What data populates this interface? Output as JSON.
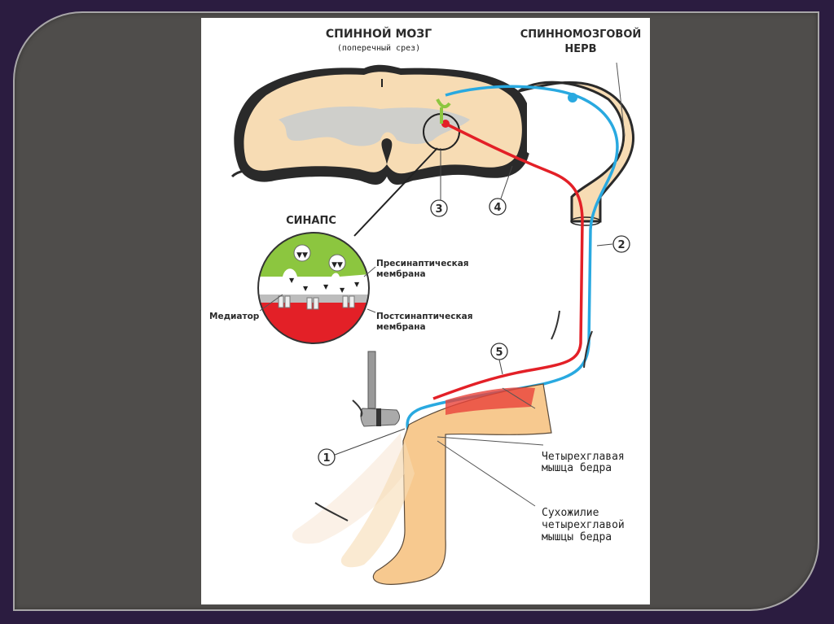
{
  "slide": {
    "title_spinal_cord": "СПИННОЙ МОЗГ",
    "subtitle_cross_section": "(поперечный срез)",
    "title_spinal_nerve_line1": "СПИННОМОЗГОВОЙ",
    "title_spinal_nerve_line2": "НЕРВ",
    "synapse_title": "СИНАПС",
    "presynaptic_line1": "Пресинаптическая",
    "presynaptic_line2": "мембрана",
    "postsynaptic_line1": "Постсинаптическая",
    "postsynaptic_line2": "мембрана",
    "mediator": "Медиатор",
    "quadriceps_line1": "Четырехглавая",
    "quadriceps_line2": "мышца бедра",
    "tendon_line1": "Сухожилие",
    "tendon_line2": "четырехглавой",
    "tendon_line3": "мышцы бедра",
    "callouts": [
      "1",
      "2",
      "3",
      "4",
      "5"
    ]
  },
  "colors": {
    "background": "#2b1c40",
    "panel": "#4f4d4b",
    "sensory_neuron": "#29a9e0",
    "motor_neuron": "#e32027",
    "presynaptic": "#8cc63f",
    "postsynaptic": "#e32027",
    "tissue": "#f7dcb4"
  }
}
